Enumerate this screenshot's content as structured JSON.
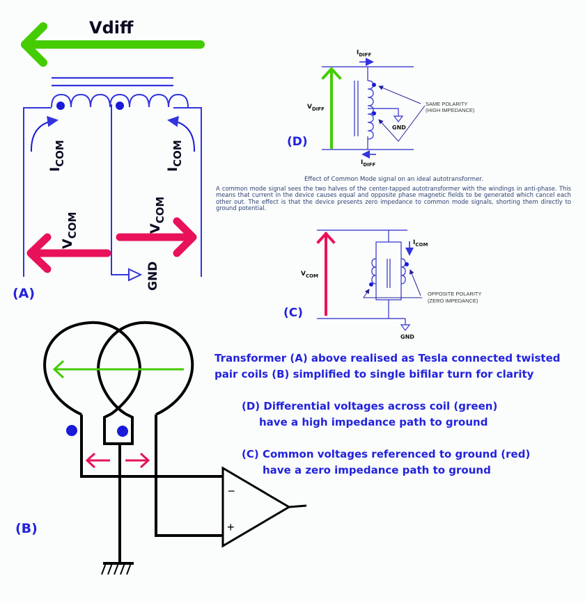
{
  "colors": {
    "blue_wire": "#3333dd",
    "green": "#44cc00",
    "red": "#e8115a",
    "black": "#000000",
    "label_blue": "#2222dd",
    "text_dark": "#111122"
  },
  "panel_a": {
    "title": "Vdiff",
    "label": "(A)",
    "icom_left": "I",
    "icom_left_sub": "COM",
    "icom_right": "I",
    "icom_right_sub": "COM",
    "vcom_left": "V",
    "vcom_left_sub": "COM",
    "vcom_right": "V",
    "vcom_right_sub": "COM",
    "gnd": "GND"
  },
  "panel_d": {
    "label": "(D)",
    "idiff_top": "I",
    "idiff_top_sub": "DIFF",
    "idiff_bottom": "I",
    "idiff_bottom_sub": "DIFF",
    "vdiff": "V",
    "vdiff_sub": "DIFF",
    "gnd": "GND",
    "polarity_line1": "SAME  POLARITY",
    "polarity_line2": "(HIGH IMPEDANCE)"
  },
  "description": {
    "caption": "Effect of Common Mode signal on an ideal autotransformer.",
    "paragraph": "A common mode signal sees the two halves of the center-tapped autotransformer with the windings in anti-phase. This means that current in the device causes equal and opposite phase magnetic fields to be generated which cancel each other out. The effect is that the device presents zero impedance to common mode signals, shorting them directly to ground potential."
  },
  "panel_c": {
    "label": "(C)",
    "vcom": "V",
    "vcom_sub": "COM",
    "icom": "I",
    "icom_sub": "COM",
    "gnd": "GND",
    "polarity_line1": "OPPOSITE POLARITY",
    "polarity_line2": "(ZERO IMPEDANCE)"
  },
  "panel_b": {
    "label": "(B)",
    "opamp_minus": "−",
    "opamp_plus": "+"
  },
  "notes": {
    "transformer_line1": "Transformer (A) above realised as Tesla connected twisted",
    "transformer_line2": "pair coils (B) simplified to single bifilar turn for clarity",
    "diff_line1": "(D) Differential voltages across coil (green)",
    "diff_line2": "have a high impedance path to ground",
    "common_line1": "(C) Common voltages referenced to ground (red)",
    "common_line2": "have a zero impedance path to ground"
  }
}
